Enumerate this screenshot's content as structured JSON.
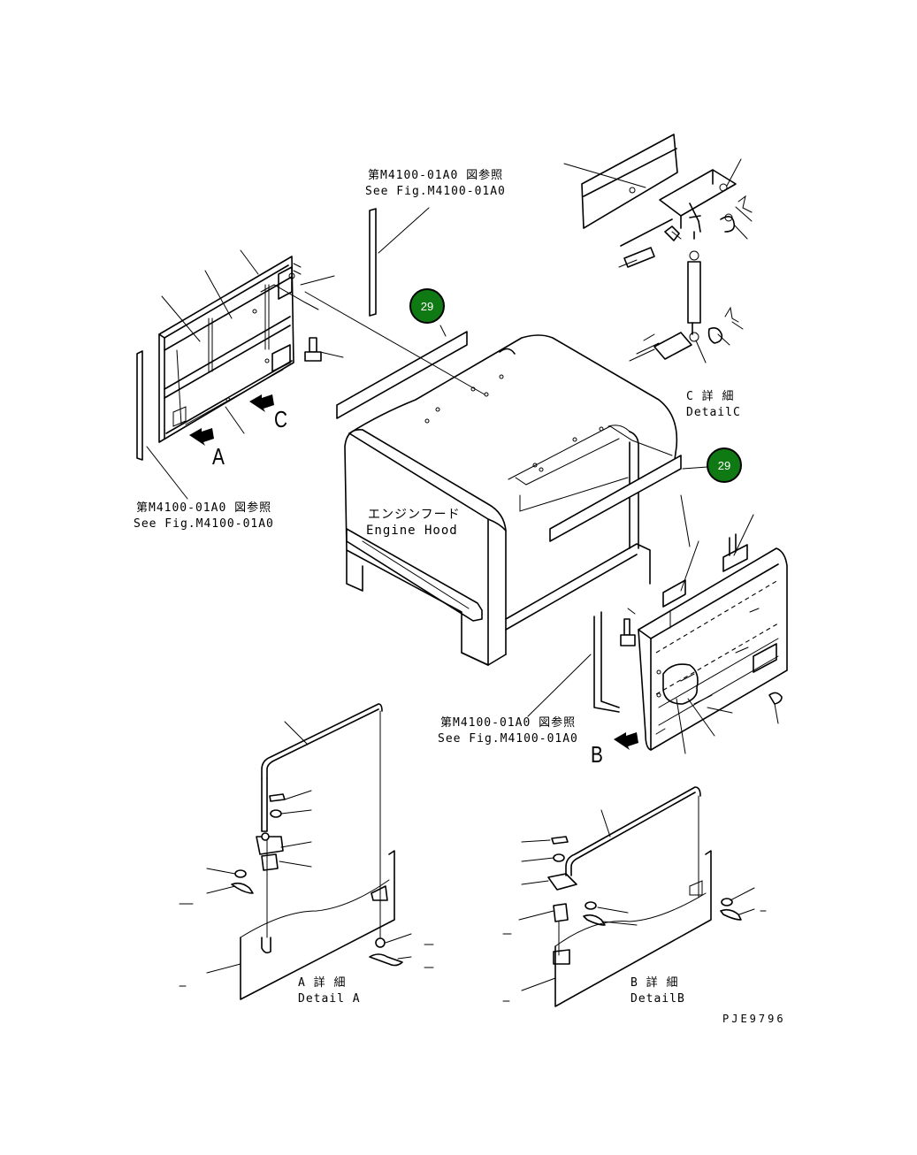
{
  "labels": {
    "ref_top_jp": "第M4100-01A0 図参照",
    "ref_top_en": "See Fig.M4100-01A0",
    "ref_left_jp": "第M4100-01A0 図参照",
    "ref_left_en": "See Fig.M4100-01A0",
    "ref_bottom_jp": "第M4100-01A0 図参照",
    "ref_bottom_en": "See Fig.M4100-01A0",
    "hood_jp": "エンジンフード",
    "hood_en": "Engine Hood",
    "detail_c_jp": "C 詳 細",
    "detail_c_en": "DetailC",
    "detail_a_jp": "A 詳 細",
    "detail_a_en": "Detail A",
    "detail_b_jp": "B 詳 細",
    "detail_b_en": "DetailB",
    "arrow_a": "A",
    "arrow_b": "B",
    "arrow_c": "C",
    "drawing_number": "PJE9796"
  },
  "badges": {
    "top": "29",
    "right": "29",
    "color": "#0f7a13"
  }
}
